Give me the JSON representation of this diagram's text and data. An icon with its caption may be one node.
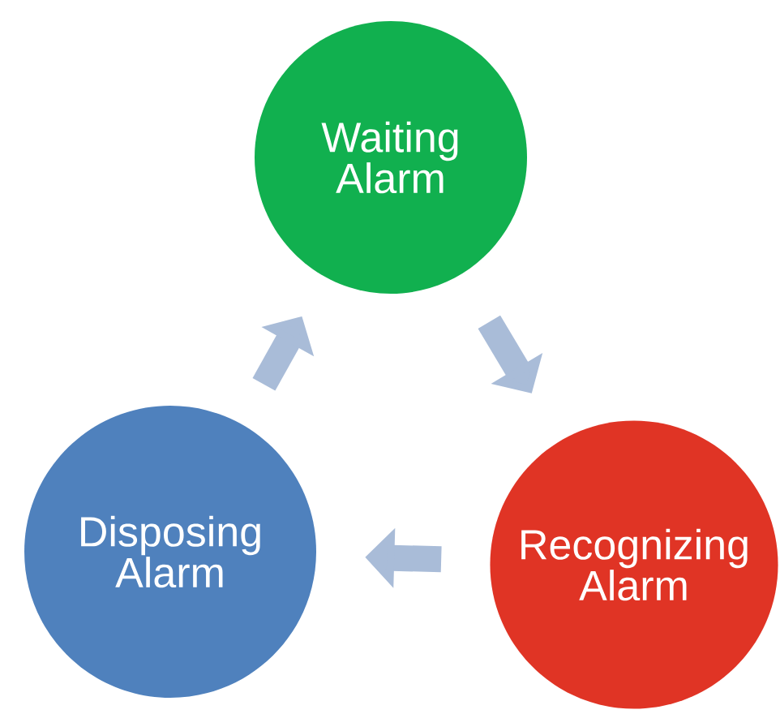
{
  "diagram": {
    "nodes": [
      {
        "text": [
          "Waiting Alarm"
        ]
      },
      {
        "text": [
          "Recognizing Alarm"
        ]
      },
      {
        "text": [
          "Disposing Alarm"
        ]
      }
    ],
    "edges": [
      {
        "from": 0,
        "to": 1,
        "arrow": "to"
      },
      {
        "from": 1,
        "to": 2,
        "arrow": "to"
      },
      {
        "from": 2,
        "to": 0,
        "arrow": "to"
      }
    ]
  }
}
